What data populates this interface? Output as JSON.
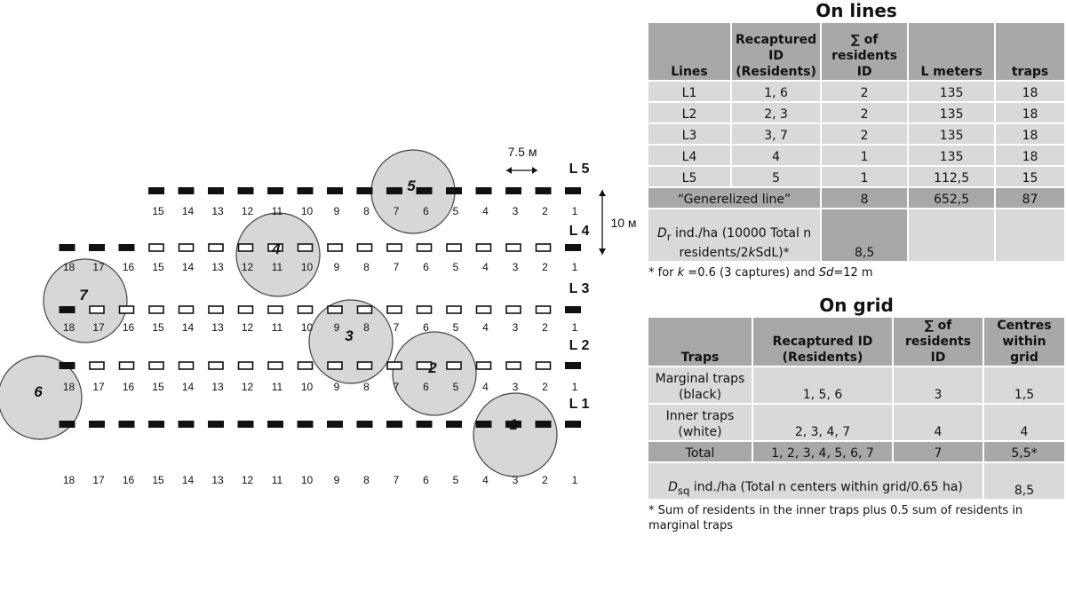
{
  "diagram": {
    "lines": [
      {
        "label": "L 5",
        "traps": [
          {
            "n": "15",
            "t": "b"
          },
          {
            "n": "14",
            "t": "b"
          },
          {
            "n": "13",
            "t": "b"
          },
          {
            "n": "12",
            "t": "b"
          },
          {
            "n": "11",
            "t": "b"
          },
          {
            "n": "10",
            "t": "b"
          },
          {
            "n": "9",
            "t": "b"
          },
          {
            "n": "8",
            "t": "b"
          },
          {
            "n": "7",
            "t": "b"
          },
          {
            "n": "6",
            "t": "b"
          },
          {
            "n": "5",
            "t": "b"
          },
          {
            "n": "4",
            "t": "b"
          },
          {
            "n": "3",
            "t": "b"
          },
          {
            "n": "2",
            "t": "b"
          },
          {
            "n": "1",
            "t": "b"
          }
        ]
      },
      {
        "label": "L 4",
        "traps": [
          {
            "n": "18",
            "t": "b"
          },
          {
            "n": "17",
            "t": "b"
          },
          {
            "n": "16",
            "t": "b"
          },
          {
            "n": "15",
            "t": "w"
          },
          {
            "n": "14",
            "t": "w"
          },
          {
            "n": "13",
            "t": "w"
          },
          {
            "n": "12",
            "t": "w"
          },
          {
            "n": "11",
            "t": "w"
          },
          {
            "n": "10",
            "t": "w"
          },
          {
            "n": "9",
            "t": "w"
          },
          {
            "n": "8",
            "t": "w"
          },
          {
            "n": "7",
            "t": "w"
          },
          {
            "n": "6",
            "t": "w"
          },
          {
            "n": "5",
            "t": "w"
          },
          {
            "n": "4",
            "t": "w"
          },
          {
            "n": "3",
            "t": "w"
          },
          {
            "n": "2",
            "t": "w"
          },
          {
            "n": "1",
            "t": "b"
          }
        ]
      },
      {
        "label": "L 3",
        "traps": [
          {
            "n": "18",
            "t": "b"
          },
          {
            "n": "17",
            "t": "w"
          },
          {
            "n": "16",
            "t": "w"
          },
          {
            "n": "15",
            "t": "w"
          },
          {
            "n": "14",
            "t": "w"
          },
          {
            "n": "13",
            "t": "w"
          },
          {
            "n": "12",
            "t": "w"
          },
          {
            "n": "11",
            "t": "w"
          },
          {
            "n": "10",
            "t": "w"
          },
          {
            "n": "9",
            "t": "w"
          },
          {
            "n": "8",
            "t": "w"
          },
          {
            "n": "7",
            "t": "w"
          },
          {
            "n": "6",
            "t": "w"
          },
          {
            "n": "5",
            "t": "w"
          },
          {
            "n": "4",
            "t": "w"
          },
          {
            "n": "3",
            "t": "w"
          },
          {
            "n": "2",
            "t": "w"
          },
          {
            "n": "1",
            "t": "b"
          }
        ]
      },
      {
        "label": "L 2",
        "traps": [
          {
            "n": "18",
            "t": "b"
          },
          {
            "n": "17",
            "t": "w"
          },
          {
            "n": "16",
            "t": "w"
          },
          {
            "n": "15",
            "t": "w"
          },
          {
            "n": "14",
            "t": "w"
          },
          {
            "n": "13",
            "t": "w"
          },
          {
            "n": "12",
            "t": "w"
          },
          {
            "n": "11",
            "t": "w"
          },
          {
            "n": "10",
            "t": "w"
          },
          {
            "n": "9",
            "t": "w"
          },
          {
            "n": "8",
            "t": "w"
          },
          {
            "n": "7",
            "t": "w"
          },
          {
            "n": "6",
            "t": "w"
          },
          {
            "n": "5",
            "t": "w"
          },
          {
            "n": "4",
            "t": "w"
          },
          {
            "n": "3",
            "t": "w"
          },
          {
            "n": "2",
            "t": "w"
          },
          {
            "n": "1",
            "t": "b"
          }
        ]
      },
      {
        "label": "L 1",
        "traps": [
          {
            "n": "18",
            "t": "b"
          },
          {
            "n": "17",
            "t": "b"
          },
          {
            "n": "16",
            "t": "b"
          },
          {
            "n": "15",
            "t": "b"
          },
          {
            "n": "14",
            "t": "b"
          },
          {
            "n": "13",
            "t": "b"
          },
          {
            "n": "12",
            "t": "b"
          },
          {
            "n": "11",
            "t": "b"
          },
          {
            "n": "10",
            "t": "b"
          },
          {
            "n": "9",
            "t": "b"
          },
          {
            "n": "8",
            "t": "b"
          },
          {
            "n": "7",
            "t": "b"
          },
          {
            "n": "6",
            "t": "b"
          },
          {
            "n": "5",
            "t": "b"
          },
          {
            "n": "4",
            "t": "b"
          },
          {
            "n": "3",
            "t": "b"
          },
          {
            "n": "2",
            "t": "b"
          },
          {
            "n": "1",
            "t": "b"
          }
        ]
      }
    ],
    "residents": [
      "1",
      "2",
      "3",
      "4",
      "5",
      "6",
      "7"
    ],
    "spacing_label": "7.5 м",
    "line_gap_label": "10 м"
  },
  "lines_table": {
    "title": "On lines",
    "headers": [
      "Lines",
      "Recaptured ID (Residents)",
      "∑ of residents ID",
      "L meters",
      "traps"
    ],
    "rows": [
      [
        "L1",
        "1, 6",
        "2",
        "135",
        "18"
      ],
      [
        "L2",
        "2, 3",
        "2",
        "135",
        "18"
      ],
      [
        "L3",
        "3, 7",
        "2",
        "135",
        "18"
      ],
      [
        "L4",
        "4",
        "1",
        "135",
        "18"
      ],
      [
        "L5",
        "5",
        "1",
        "112,5",
        "15"
      ]
    ],
    "generalized": [
      "“Generelized line”",
      "8",
      "652,5",
      "87"
    ],
    "density_label": "Dr ind./ha (10000 Total n residents/2kSdL)*",
    "density_value": "8,5",
    "note": "* for k =0.6 (3 captures) and Sd=12 m"
  },
  "grid_table": {
    "title": "On grid",
    "headers": [
      "Traps",
      "Recaptured ID (Residents)",
      "∑ of residents ID",
      "Centres within grid"
    ],
    "rows": [
      [
        "Marginal traps (black)",
        "1, 5, 6",
        "3",
        "1,5"
      ],
      [
        "Inner traps (white)",
        "2, 3, 4, 7",
        "4",
        "4"
      ]
    ],
    "total": [
      "Total",
      "1, 2, 3, 4, 5, 6, 7",
      "7",
      "5,5*"
    ],
    "density_label": "Dsq ind./ha (Total n centers within grid/0.65 ha)",
    "density_value": "8,5",
    "note": "* Sum of residents in the inner traps plus 0.5 sum of residents in marginal traps"
  }
}
